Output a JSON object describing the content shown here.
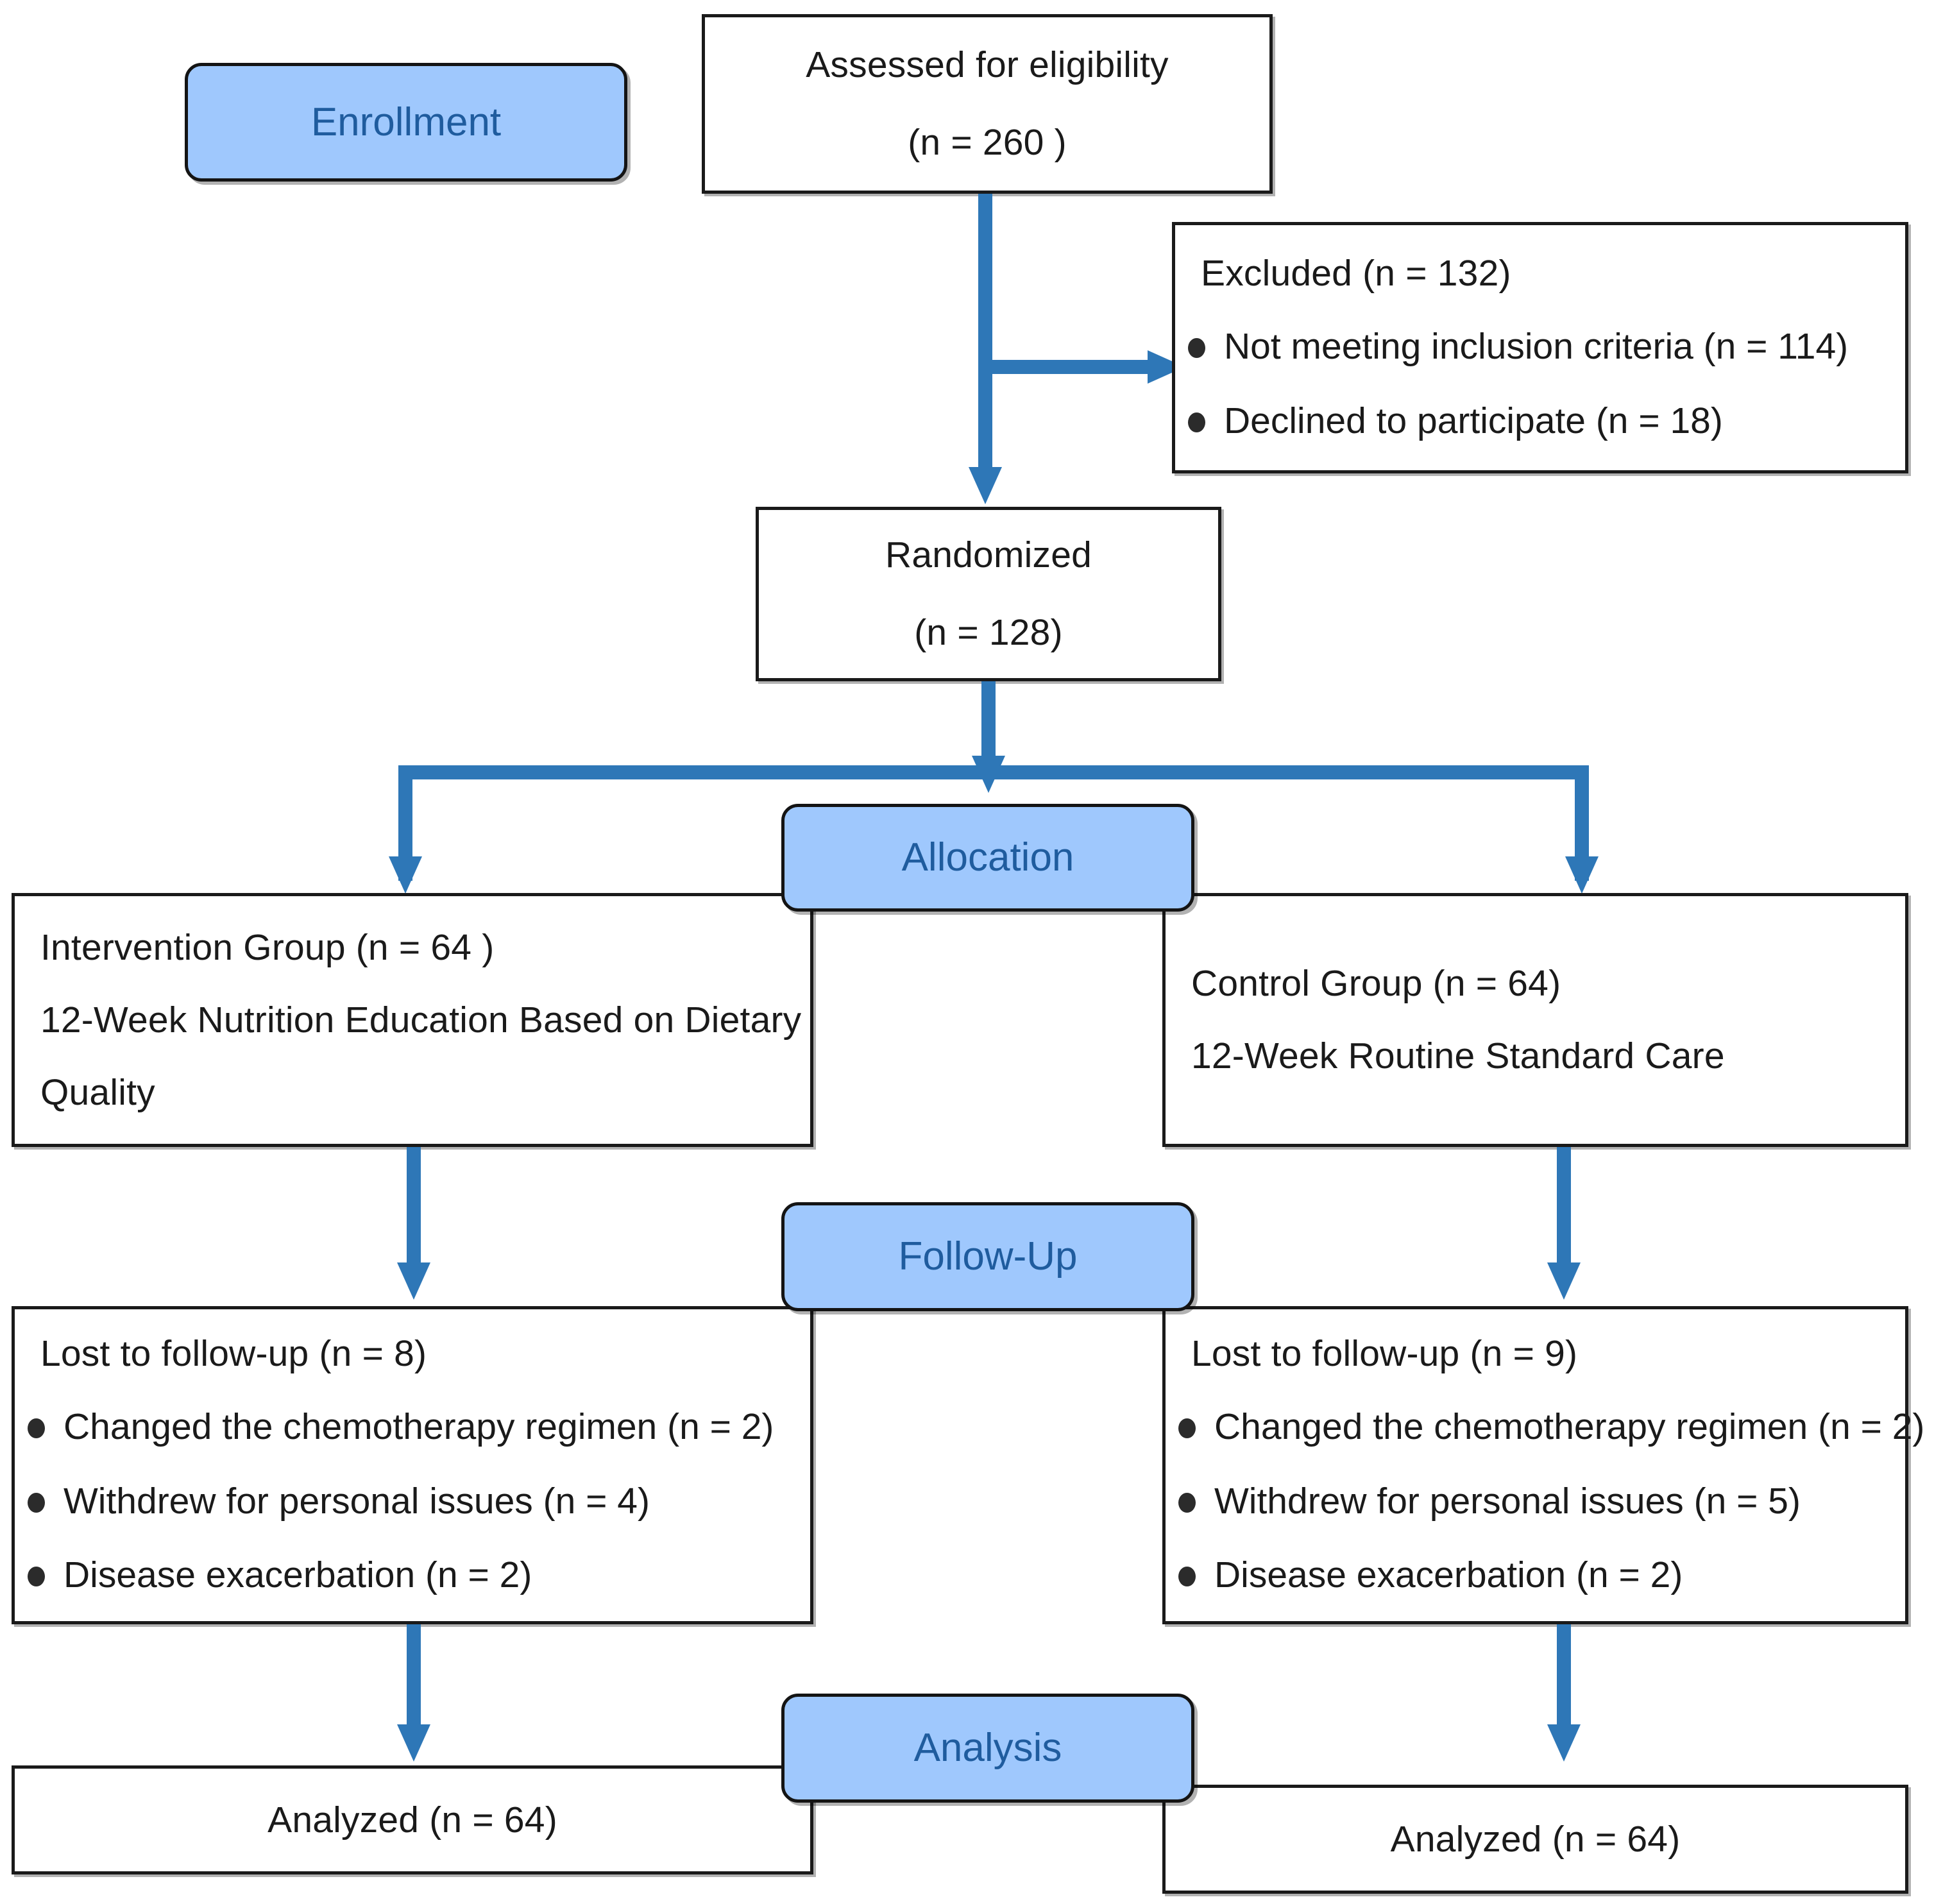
{
  "diagram": {
    "title": "CONSORT participant flow diagram",
    "colors": {
      "stage_label_fill": "#9FC8FD",
      "stage_label_text": "#1F5C9E",
      "arrow": "#2E77B7",
      "box_border": "#1a1a1a",
      "box_fill": "#ffffff",
      "body_text": "#1a1a1a"
    }
  },
  "stage_labels": {
    "enrollment": "Enrollment",
    "allocation": "Allocation",
    "follow_up": "Follow-Up",
    "analysis": "Analysis"
  },
  "enrollment": {
    "assessed": {
      "line1": "Assessed for eligibility",
      "line2": "(n = 260 )"
    },
    "excluded": {
      "heading": "Excluded (n = 132)",
      "reasons": [
        "Not meeting inclusion criteria (n = 114)",
        "Declined to participate (n = 18)"
      ]
    },
    "randomized": {
      "line1": "Randomized",
      "line2": "(n = 128)"
    }
  },
  "allocation": {
    "intervention": {
      "line1": "Intervention Group (n = 64 )",
      "line2": "12-Week Nutrition Education Based on Dietary",
      "line3": "Quality"
    },
    "control": {
      "line1": "Control Group (n = 64)",
      "line2": "12-Week Routine Standard Care"
    }
  },
  "follow_up": {
    "intervention": {
      "heading": "Lost to follow-up (n = 8)",
      "reasons": [
        "Changed the chemotherapy regimen (n = 2)",
        "Withdrew for personal issues (n = 4)",
        "Disease exacerbation (n = 2)"
      ]
    },
    "control": {
      "heading": "Lost to follow-up (n = 9)",
      "reasons": [
        "Changed the chemotherapy regimen (n = 2)",
        "Withdrew for personal issues (n = 5)",
        "Disease exacerbation (n = 2)"
      ]
    }
  },
  "analysis": {
    "intervention": {
      "line1": "Analyzed (n = 64)"
    },
    "control": {
      "line1": "Analyzed (n = 64)"
    }
  }
}
